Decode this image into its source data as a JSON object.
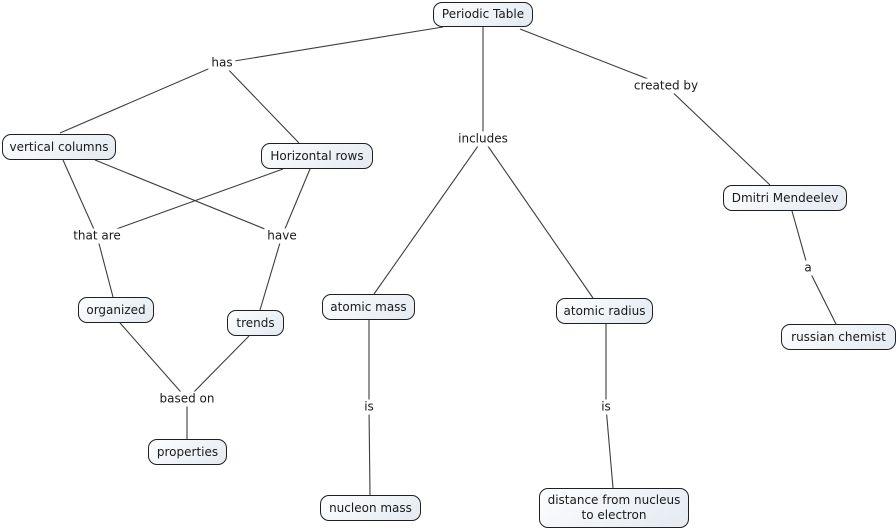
{
  "diagram": {
    "type": "concept-map",
    "root_concept": "Periodic Table"
  },
  "nodes": [
    {
      "id": "periodic-table",
      "label": "Periodic Table"
    },
    {
      "id": "vertical-columns",
      "label": "vertical columns"
    },
    {
      "id": "horizontal-rows",
      "label": "Horizontal rows"
    },
    {
      "id": "dmitri-mendeelev",
      "label": "Dmitri Mendeelev"
    },
    {
      "id": "organized",
      "label": "organized"
    },
    {
      "id": "trends",
      "label": "trends"
    },
    {
      "id": "atomic-mass",
      "label": "atomic mass"
    },
    {
      "id": "atomic-radius",
      "label": "atomic radius"
    },
    {
      "id": "russian-chemist",
      "label": "russian chemist"
    },
    {
      "id": "properties",
      "label": "properties"
    },
    {
      "id": "nucleon-mass",
      "label": "nucleon mass"
    },
    {
      "id": "distance-nucleus-electron",
      "label": "distance from nucleus to electron"
    }
  ],
  "links": [
    {
      "id": "has",
      "label": "has"
    },
    {
      "id": "created-by",
      "label": "created by"
    },
    {
      "id": "includes",
      "label": "includes"
    },
    {
      "id": "that-are",
      "label": "that are"
    },
    {
      "id": "have",
      "label": "have"
    },
    {
      "id": "a",
      "label": "a"
    },
    {
      "id": "based-on",
      "label": "based on"
    },
    {
      "id": "is-1",
      "label": "is"
    },
    {
      "id": "is-2",
      "label": "is"
    }
  ],
  "edges": [
    {
      "from": [
        "Periodic Table"
      ],
      "label": "has",
      "to": [
        "vertical columns",
        "Horizontal rows"
      ]
    },
    {
      "from": [
        "Periodic Table"
      ],
      "label": "includes",
      "to": [
        "atomic mass",
        "atomic radius"
      ]
    },
    {
      "from": [
        "Periodic Table"
      ],
      "label": "created by",
      "to": [
        "Dmitri Mendeelev"
      ]
    },
    {
      "from": [
        "vertical columns",
        "Horizontal rows"
      ],
      "label": "that are",
      "to": [
        "organized"
      ]
    },
    {
      "from": [
        "vertical columns",
        "Horizontal rows"
      ],
      "label": "have",
      "to": [
        "trends"
      ]
    },
    {
      "from": [
        "organized",
        "trends"
      ],
      "label": "based on",
      "to": [
        "properties"
      ]
    },
    {
      "from": [
        "atomic mass"
      ],
      "label": "is",
      "to": [
        "nucleon mass"
      ]
    },
    {
      "from": [
        "atomic radius"
      ],
      "label": "is",
      "to": [
        "distance from nucleus to electron"
      ]
    },
    {
      "from": [
        "Dmitri Mendeelev"
      ],
      "label": "a",
      "to": [
        "russian chemist"
      ]
    }
  ],
  "colors": {
    "node_fill_top": "#fdfeff",
    "node_fill_bottom": "#e3eaf1",
    "node_border": "#1f1f1f",
    "line": "#3d3d3d",
    "text": "#1a1a1a",
    "background": "#ffffff"
  }
}
